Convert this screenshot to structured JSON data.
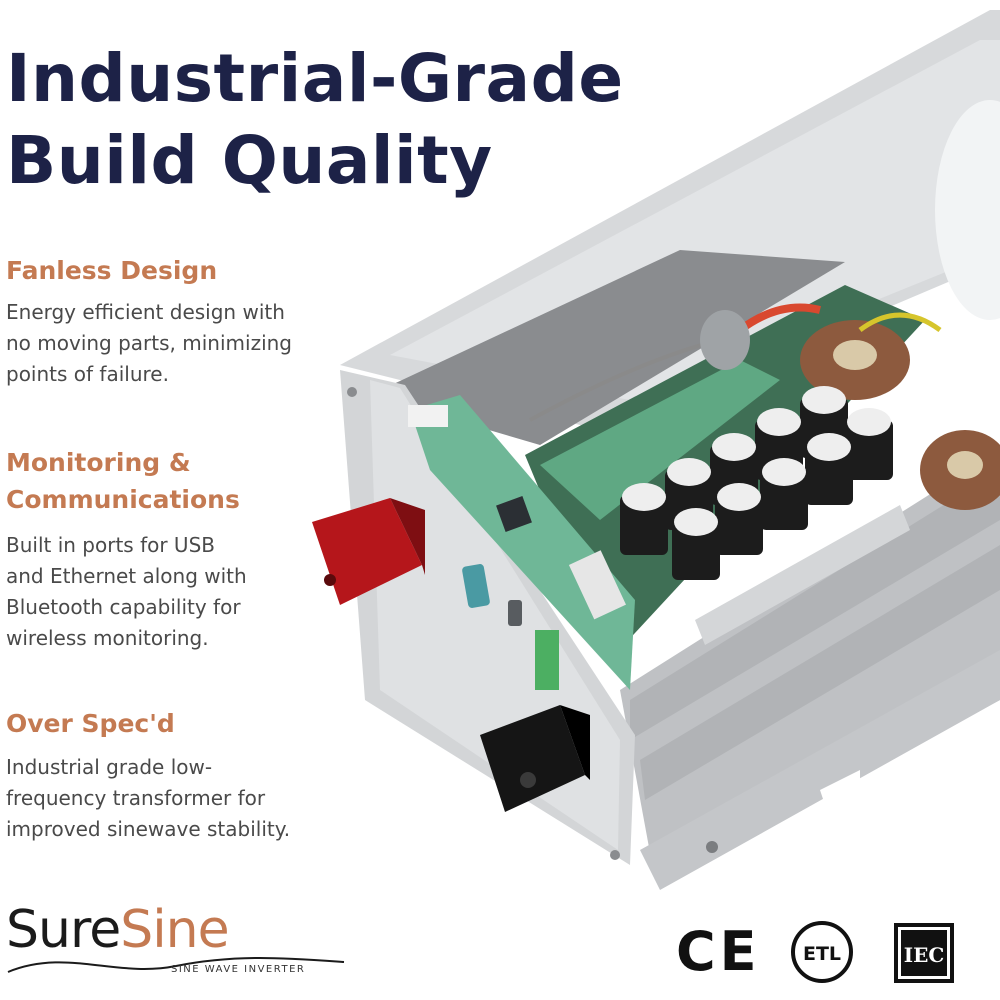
{
  "headline": {
    "line1": "Industrial-Grade",
    "line2": "Build Quality"
  },
  "features": [
    {
      "title_lines": [
        "Fanless Design"
      ],
      "desc_lines": [
        "Energy efficient design with",
        "no moving parts, minimizing",
        "points of failure."
      ]
    },
    {
      "title_lines": [
        "Monitoring &",
        "Communications"
      ],
      "desc_lines": [
        "Built in ports for USB",
        "and Ethernet along with",
        "Bluetooth capability for",
        "wireless monitoring."
      ]
    },
    {
      "title_lines": [
        "Over Spec'd"
      ],
      "desc_lines": [
        "Industrial grade low-",
        "frequency transformer for",
        "improved sinewave stability."
      ]
    }
  ],
  "brand": {
    "name_part1": "Sure",
    "name_part2": "Sine",
    "tagline": "SINE WAVE INVERTER"
  },
  "certifications": {
    "ce": "CE",
    "etl": "ETL",
    "iec": "IEC"
  },
  "colors": {
    "headline": "#1d2247",
    "feature_title": "#c47a52",
    "body_text": "#4a4a4a",
    "housing": "#c9cbcd",
    "pcb": "#5fa883"
  }
}
